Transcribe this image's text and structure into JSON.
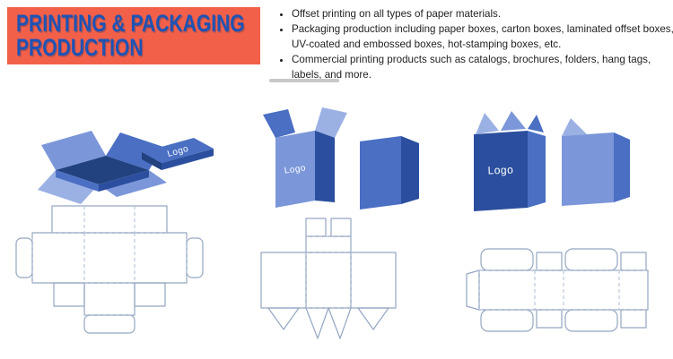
{
  "header": {
    "title_line1": "PRINTING & PACKAGING",
    "title_line2": "PRODUCTION"
  },
  "bullets": {
    "items": [
      "Offset printing on all types of paper materials.",
      "Packaging production including paper boxes, carton boxes, laminated offset boxes, UV-coated and embossed boxes, hot-stamping boxes, etc.",
      "Commercial printing products such as catalogs, brochures, folders, hang tags, labels, and more."
    ]
  },
  "illustrations": {
    "panel1": {
      "logo_label": "Logo"
    },
    "panel2": {
      "logo_label": "Logo"
    },
    "panel3": {
      "logo_label": "Logo"
    }
  },
  "colors": {
    "banner_orange": "#f2604a",
    "title_blue": "#1d53b5",
    "box_dark": "#2b4f9e",
    "box_mid": "#4a6fc3",
    "box_light": "#7b97d9",
    "box_pale": "#9bb1e4",
    "box_deep": "#21417f",
    "dieline_stroke": "#94a6c2",
    "dieline_fold": "#aebdd4",
    "underline_gray": "#c8c8c8",
    "text_dark": "#1f1f1f"
  }
}
